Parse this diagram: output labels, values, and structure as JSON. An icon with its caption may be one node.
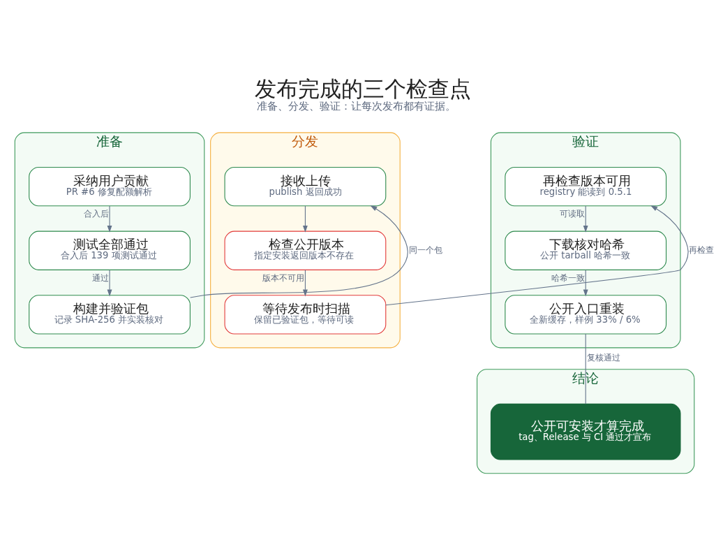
{
  "diagram": {
    "title": "发布完成的三个检查点",
    "caption": "准备、分发、验证：让每次发布都有证据。",
    "nodes": [
      {
        "text": [
          "准备"
        ]
      },
      {
        "text": [
          "采纳用户贡献",
          "PR #6 修复配额解析"
        ],
        "in": 0
      },
      {
        "text": [
          "测试全部通过",
          "合入后 139 项测试通过"
        ],
        "in": 0
      },
      {
        "text": [
          "构建并验证包",
          "记录 SHA-256 并实装核对"
        ],
        "in": 0
      },
      {
        "text": [
          "分发"
        ]
      },
      {
        "text": [
          "接收上传",
          "publish 返回成功"
        ],
        "in": 4
      },
      {
        "text": [
          "检查公开版本",
          "指定安装返回版本不存在"
        ],
        "in": 4
      },
      {
        "text": [
          "等待发布时扫描",
          "保留已验证包，等待可读"
        ],
        "in": 4
      },
      {
        "text": [
          "验证"
        ]
      },
      {
        "text": [
          "再检查版本可用",
          "registry 能读到 0.5.1"
        ],
        "in": 8
      },
      {
        "text": [
          "下载核对哈希",
          "公开 tarball 哈希一致"
        ],
        "in": 8
      },
      {
        "text": [
          "公开入口重装",
          "全新缓存，样例 33% / 6%"
        ],
        "in": 8
      },
      {
        "text": [
          "结论"
        ]
      },
      {
        "text": [
          "公开可安装才算完成",
          "tag、Release 与 CI 通过才宣布"
        ],
        "in": 12
      }
    ],
    "edges": [
      {
        "from": 1,
        "to": 2,
        "arrow": "to",
        "label": "合入后"
      },
      {
        "from": 2,
        "to": 3,
        "arrow": "to",
        "label": "通过"
      },
      {
        "from": 3,
        "to": 5,
        "arrow": "to",
        "label": "同一个包"
      },
      {
        "from": 5,
        "to": 6,
        "arrow": "to"
      },
      {
        "from": 6,
        "to": 7,
        "arrow": "to",
        "label": "版本不可用"
      },
      {
        "from": 7,
        "to": 9,
        "arrow": "to",
        "label": "再检查"
      },
      {
        "from": 9,
        "to": 10,
        "arrow": "to",
        "label": "可读取"
      },
      {
        "from": 10,
        "to": 11,
        "arrow": "to",
        "label": "哈希一致"
      },
      {
        "from": 11,
        "to": 13,
        "arrow": "none",
        "label": "复核通过"
      }
    ]
  }
}
